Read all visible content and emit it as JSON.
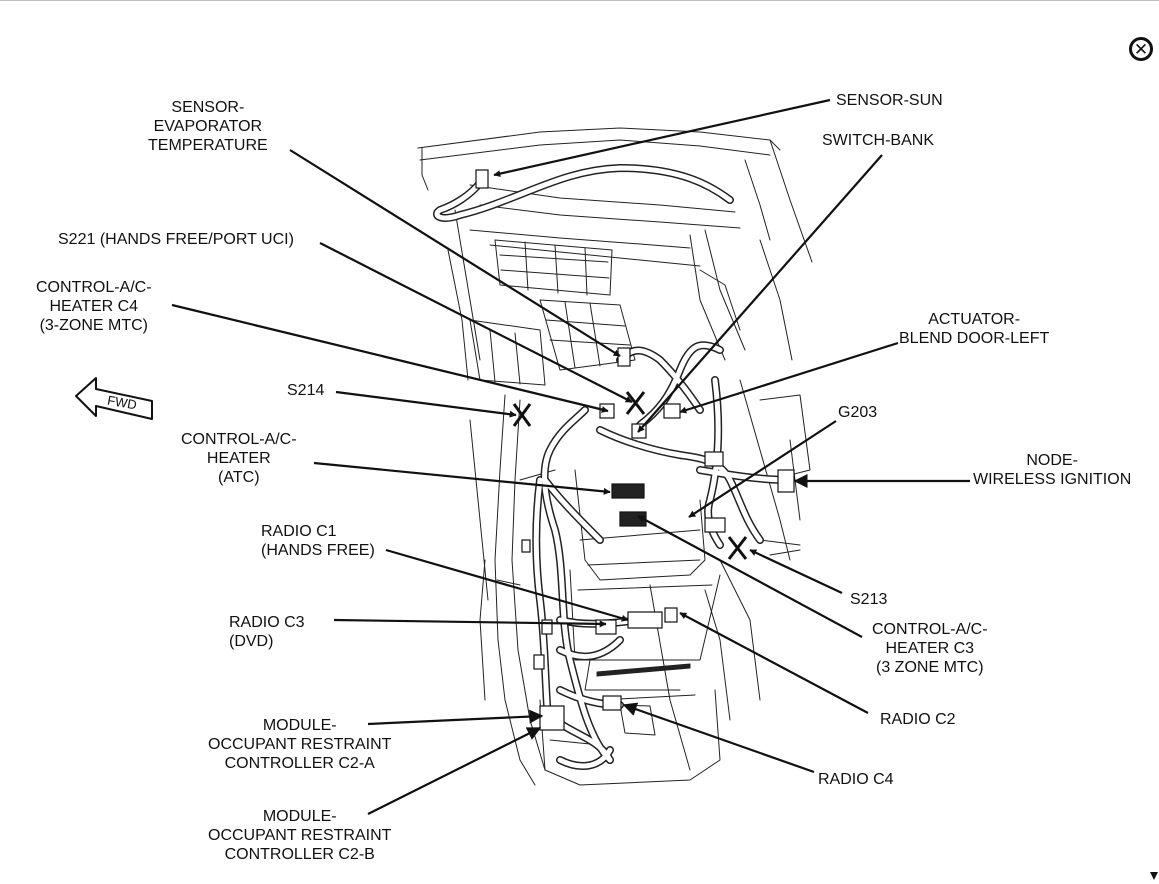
{
  "close_icon_glyph": "✕",
  "fwd_label": "FWD",
  "labels": {
    "sensor_evap": "SENSOR-\nEVAPORATOR\nTEMPERATURE",
    "sensor_sun": "SENSOR-SUN",
    "switch_bank": "SWITCH-BANK",
    "s221": "S221 (HANDS FREE/PORT UCI)",
    "control_c4": "CONTROL-A/C-\nHEATER C4\n(3-ZONE MTC)",
    "actuator": "ACTUATOR-\nBLEND DOOR-LEFT",
    "s214": "S214",
    "g203": "G203",
    "control_atc": "CONTROL-A/C-\nHEATER\n(ATC)",
    "node_wireless": "NODE-\nWIRELESS IGNITION",
    "radio_c1": "RADIO C1\n(HANDS FREE)",
    "s213": "S213",
    "radio_c3": "RADIO C3\n(DVD)",
    "control_c3": "CONTROL-A/C-\nHEATER C3\n(3 ZONE MTC)",
    "radio_c2": "RADIO C2",
    "module_c2a": "MODULE-\nOCCUPANT RESTRAINT\nCONTROLLER C2-A",
    "radio_c4": "RADIO C4",
    "module_c2b": "MODULE-\nOCCUPANT RESTRAINT\nCONTROLLER C2-B"
  }
}
